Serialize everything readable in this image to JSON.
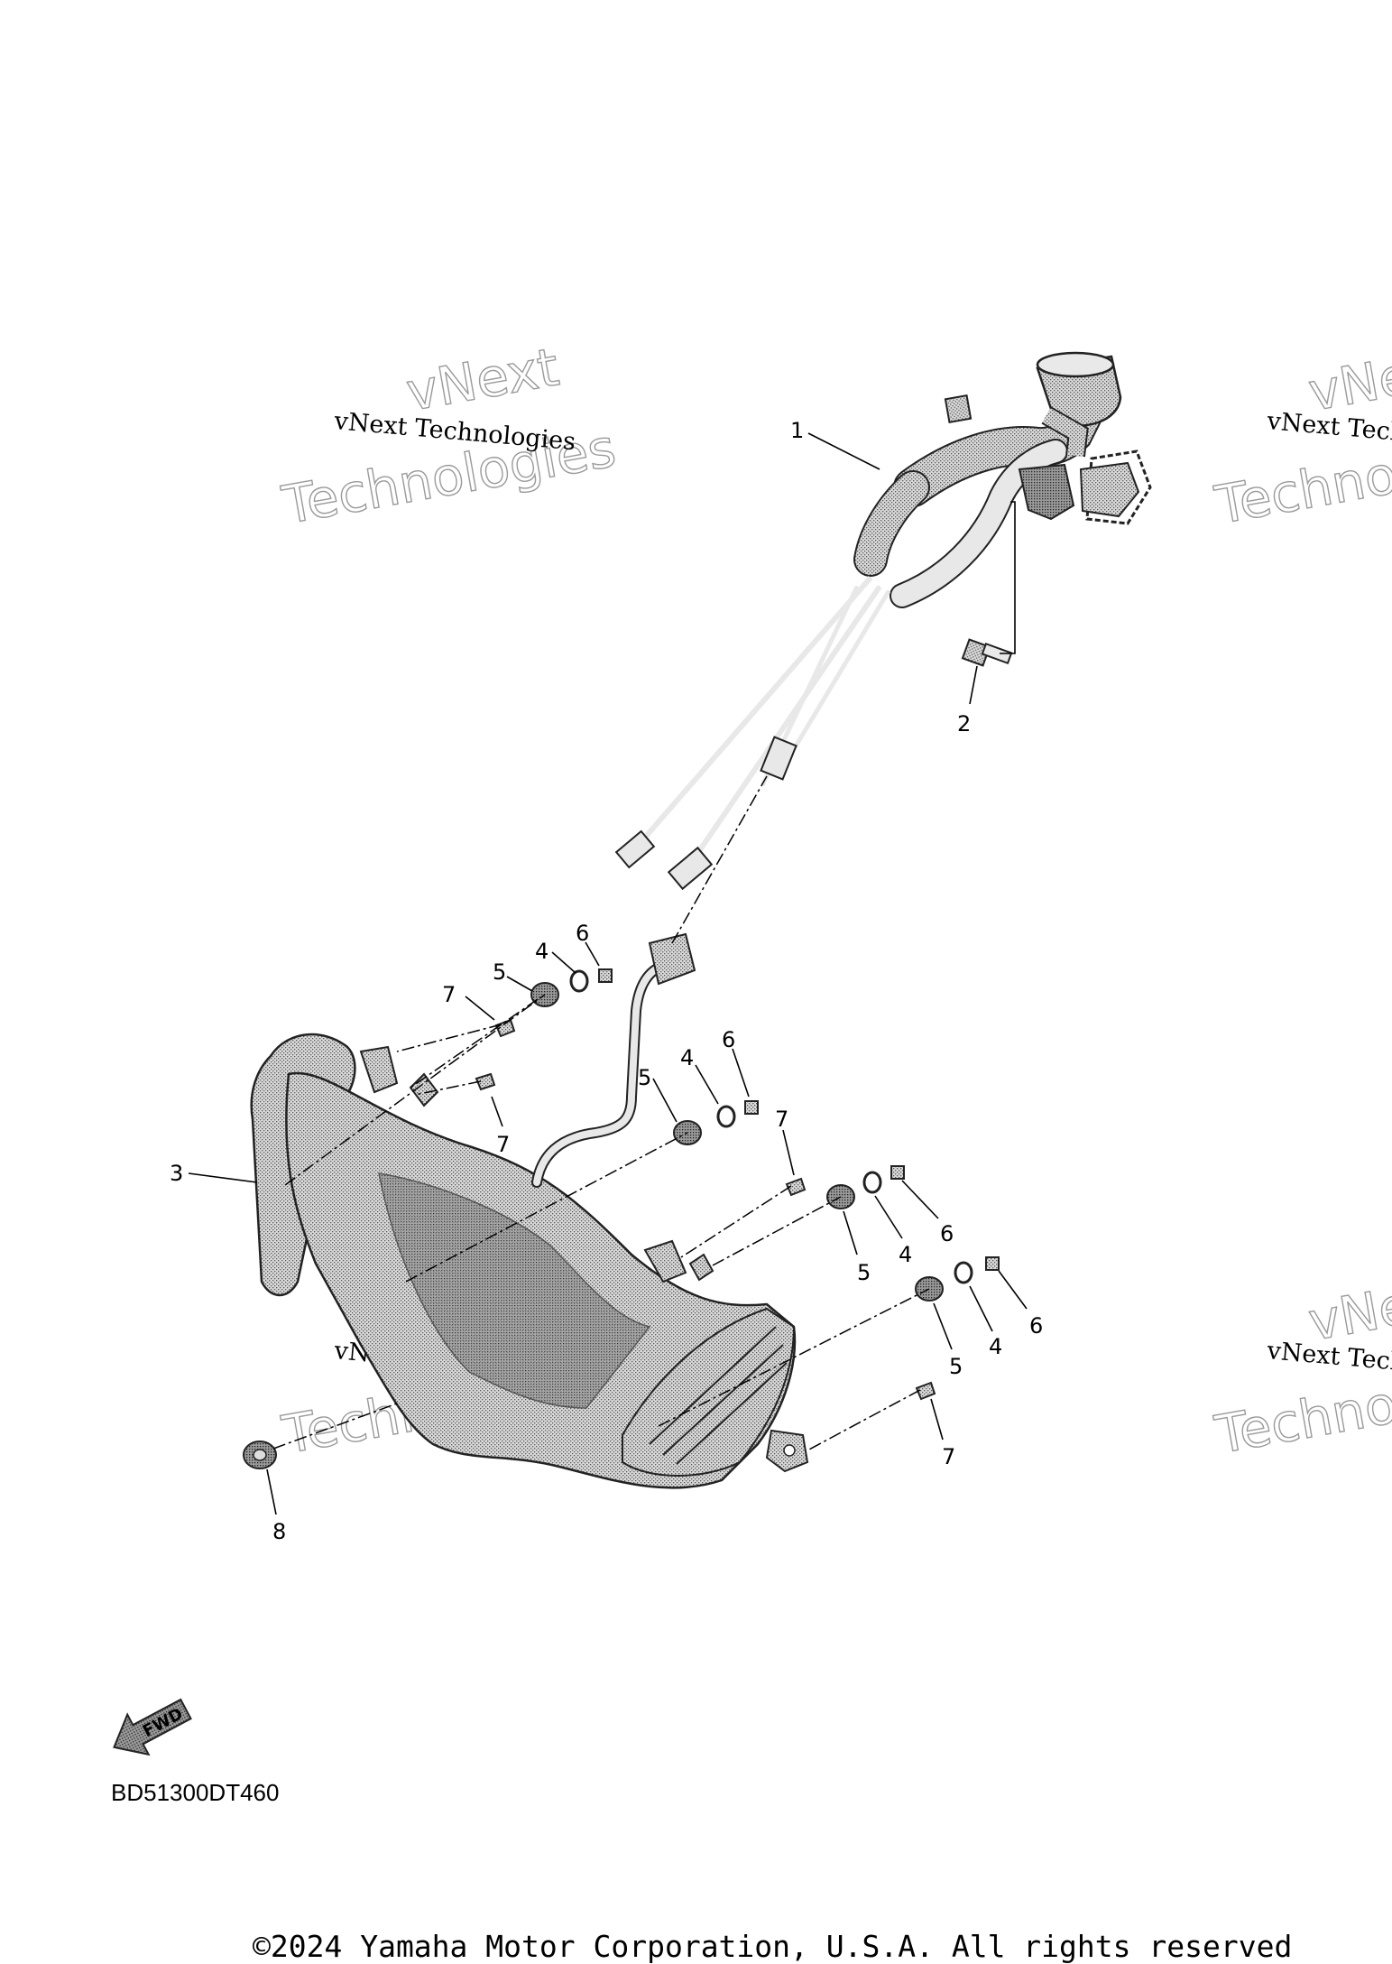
{
  "watermark": {
    "line_small": "vNext Technologies",
    "line_big_1": "vNext",
    "line_big_2": "Technologies"
  },
  "callouts": [
    "1",
    "2",
    "3",
    "4",
    "5",
    "6",
    "7",
    "8"
  ],
  "diagram_code": "BD51300DT460",
  "fwd_label": "FWD",
  "copyright": "©2024 Yamaha Motor Corporation, U.S.A. All rights reserved"
}
